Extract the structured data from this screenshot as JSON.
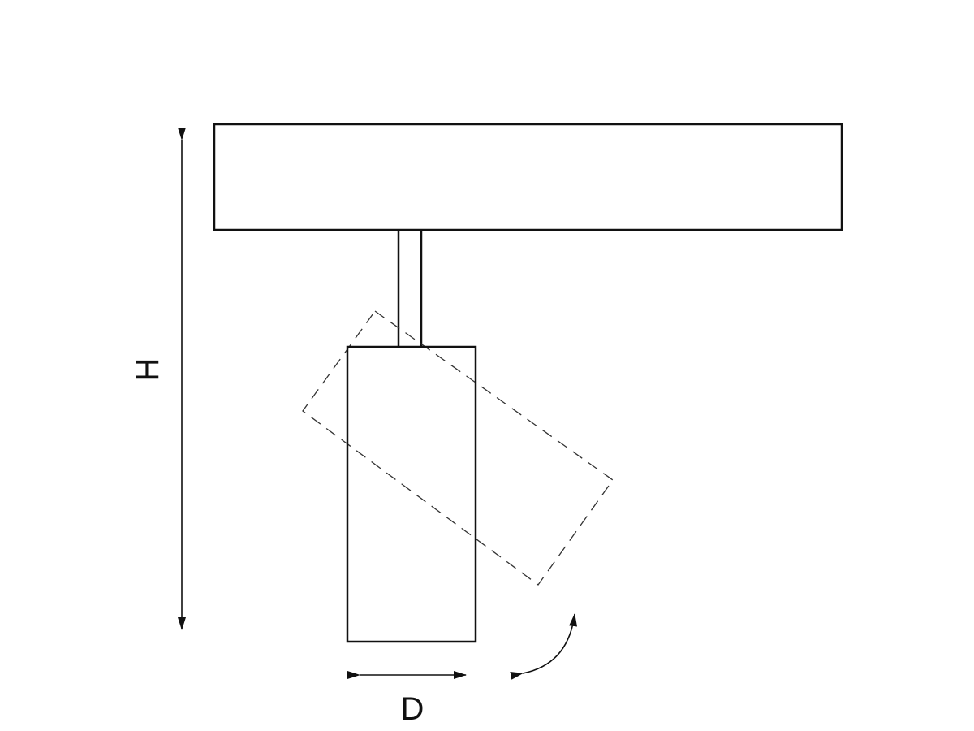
{
  "dimensions": {
    "height_label": "H",
    "diameter_label": "D"
  },
  "components": {
    "track": "track-housing",
    "stem": "mounting-stem",
    "body": "lamp-body",
    "tilted_body": "lamp-body-tilted-outline",
    "rotation": "rotation-arrow"
  }
}
